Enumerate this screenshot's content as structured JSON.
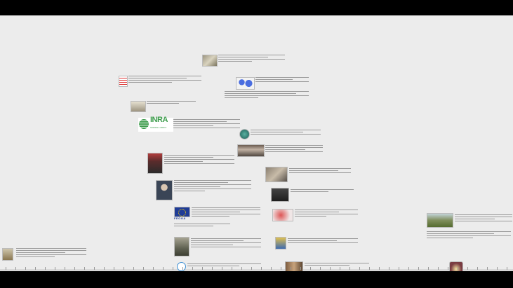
{
  "timeline": {
    "events": [
      {
        "id": "e1",
        "title": "",
        "image": "mono-crest"
      },
      {
        "id": "e2",
        "title": "",
        "image": "red-doc"
      },
      {
        "id": "e3",
        "title": "",
        "image": "painting"
      },
      {
        "id": "e4",
        "title": "",
        "image": "world-map"
      },
      {
        "id": "e5",
        "title": "",
        "image": "ink-sketch"
      },
      {
        "id": "e6",
        "title": "",
        "image": "inra-logo",
        "logo_text": "INRA",
        "logo_subtext": "SCIENCE & IMPACT"
      },
      {
        "id": "e7",
        "title": "",
        "image": "globe-icon"
      },
      {
        "id": "e8",
        "title": "",
        "image": "group-photo"
      },
      {
        "id": "e9",
        "title": "",
        "image": "book-cover"
      },
      {
        "id": "e10",
        "title": "",
        "image": "crowd-photo"
      },
      {
        "id": "e11",
        "title": "",
        "image": "portrait"
      },
      {
        "id": "e12",
        "title": "",
        "image": "dark-photo"
      },
      {
        "id": "e13",
        "title": "",
        "image": "eu-flag",
        "logo_text": "FEOGA"
      },
      {
        "id": "e14",
        "title": "",
        "image": "red-map"
      },
      {
        "id": "e15",
        "title": "",
        "image": "farmer-photo"
      },
      {
        "id": "e16",
        "title": "",
        "image": "plant-sketch"
      },
      {
        "id": "e17",
        "title": "",
        "image": "wfp-logo"
      },
      {
        "id": "e18",
        "title": "",
        "image": "people-photo"
      },
      {
        "id": "e19",
        "title": "",
        "image": "landscape"
      },
      {
        "id": "e20",
        "title": "",
        "image": "coat-of-arms"
      }
    ]
  }
}
